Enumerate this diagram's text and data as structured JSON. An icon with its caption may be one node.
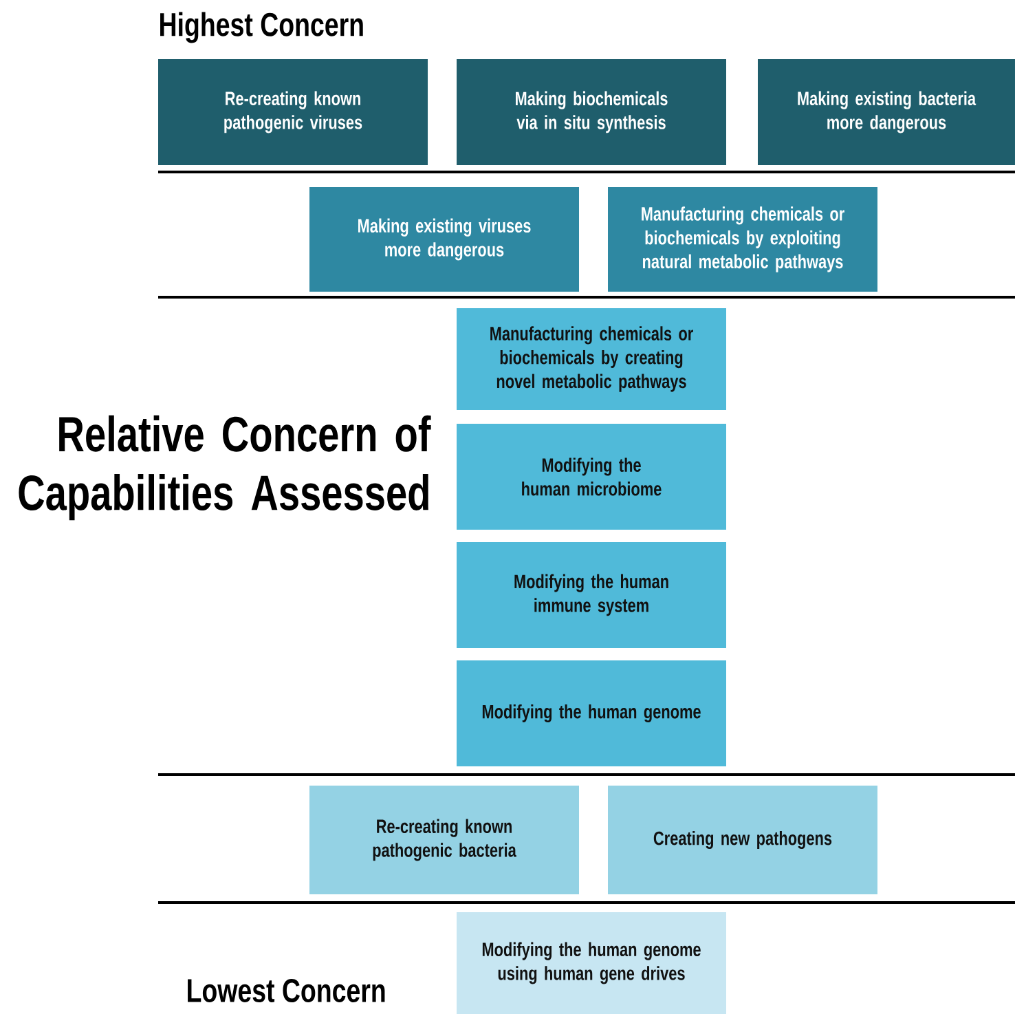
{
  "diagram": {
    "title": "Relative Concern of Capabilities Assessed",
    "nodes": [
      {
        "text": [
          "Re-creating known pathogenic viruses"
        ]
      },
      {
        "text": [
          "Making biochemicals via in situ synthesis"
        ]
      },
      {
        "text": [
          "Making existing bacteria more dangerous"
        ]
      },
      {
        "text": [
          "Making existing viruses more dangerous"
        ]
      },
      {
        "text": [
          "Manufacturing chemicals or biochemicals by exploiting natural metabolic pathways"
        ]
      },
      {
        "text": [
          "Manufacturing chemicals or biochemicals by creating novel metabolic pathways"
        ]
      },
      {
        "text": [
          "Modifying the human microbiome"
        ]
      },
      {
        "text": [
          "Modifying the human immune system"
        ]
      },
      {
        "text": [
          "Modifying the human genome"
        ]
      },
      {
        "text": [
          "Re-creating known pathogenic bacteria"
        ]
      },
      {
        "text": [
          "Creating new pathogens"
        ]
      },
      {
        "text": [
          "Modifying the human genome using human gene drives"
        ]
      }
    ],
    "labels": [
      "Highest Concern",
      "Lowest Concern"
    ]
  }
}
